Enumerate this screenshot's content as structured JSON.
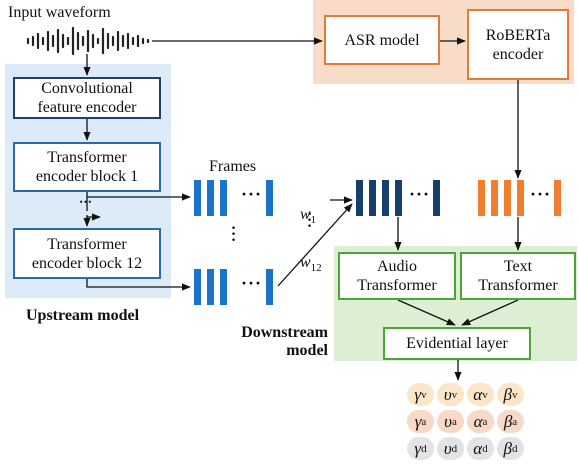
{
  "labels": {
    "input": "Input waveform",
    "frames": "Frames",
    "upstream": "Upstream model",
    "downstream": "Downstream\nmodel",
    "w1_base": "w",
    "w1_sub": "1",
    "w12_base": "w",
    "w12_sub": "12"
  },
  "boxes": {
    "conv": "Convolutional\nfeature encoder",
    "block1": "Transformer\nencoder block 1",
    "block12": "Transformer\nencoder block 12",
    "asr": "ASR model",
    "roberta": "RoBERTa\nencoder",
    "audio": "Audio\nTransformer",
    "text": "Text\nTransformer",
    "evidential": "Evidential layer"
  },
  "outputs": [
    [
      {
        "sym": "γ",
        "sub": "v"
      },
      {
        "sym": "υ",
        "sub": "v"
      },
      {
        "sym": "α",
        "sub": "v"
      },
      {
        "sym": "β",
        "sub": "v"
      }
    ],
    [
      {
        "sym": "γ",
        "sub": "a"
      },
      {
        "sym": "υ",
        "sub": "a"
      },
      {
        "sym": "α",
        "sub": "a"
      },
      {
        "sym": "β",
        "sub": "a"
      }
    ],
    [
      {
        "sym": "γ",
        "sub": "d"
      },
      {
        "sym": "υ",
        "sub": "d"
      },
      {
        "sym": "α",
        "sub": "d"
      },
      {
        "sym": "β",
        "sub": "d"
      }
    ]
  ],
  "colors": {
    "upstream_bg": "#ddeaf7",
    "asr_bg": "#f9dcc8",
    "downstream_bg": "#dcefd3",
    "frame_blue": "#1a74c9",
    "frame_navy": "#15406b",
    "frame_orange": "#ef7f2f",
    "row_v": "#fbe7c7",
    "row_a": "#f8d8c6",
    "row_d": "#e3e3e3"
  }
}
